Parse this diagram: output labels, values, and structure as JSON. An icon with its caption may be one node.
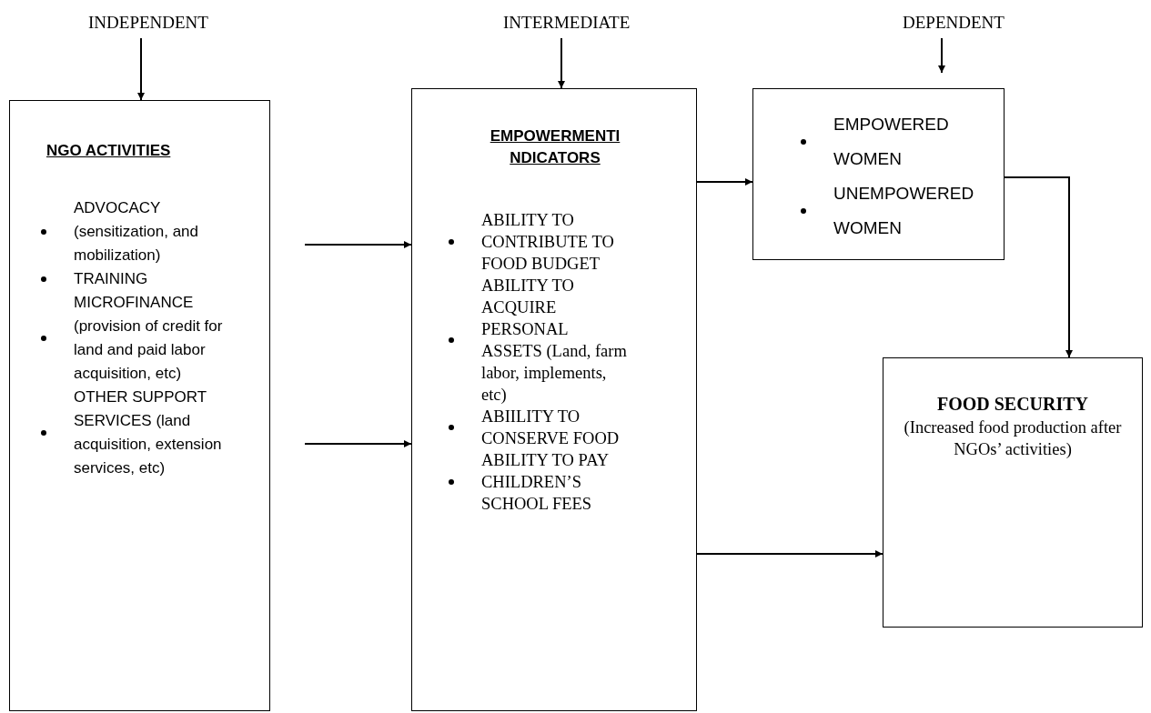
{
  "diagram": {
    "nodes": [
      {
        "text": [
          "INDEPENDENT"
        ]
      },
      {
        "text": [
          "INTERMEDIATE"
        ]
      },
      {
        "text": [
          "DEPENDENT"
        ]
      },
      {
        "text": [
          "NGO ACTIVITIES",
          "ADVOCACY (sensitization, and mobilization)",
          "TRAINING",
          "MICROFINANCE (provision of credit for land and paid labor acquisition, etc)",
          "OTHER SUPPORT SERVICES (land acquisition, extension services, etc)"
        ]
      },
      {
        "text": [
          "EMPOWERMENTINDICATORS",
          "ABILITY TO CONTRIBUTE TO FOOD BUDGET",
          "ABILITY TO ACQUIRE PERSONAL ASSETS (Land, farm labor, implements, etc)",
          "ABIILITY TO CONSERVE FOOD",
          "ABILITY TO PAY CHILDREN’S SCHOOL FEES"
        ]
      },
      {
        "text": [
          "EMPOWERED WOMEN",
          "UNEMPOWERED WOMEN"
        ]
      },
      {
        "text": [
          "FOOD SECURITY",
          "(Increased food production after NGOs’ activities)"
        ]
      }
    ],
    "edges": [
      {
        "from": 0,
        "to": 3,
        "arrow": "to"
      },
      {
        "from": 1,
        "to": 4,
        "arrow": "to"
      },
      {
        "from": 2,
        "to": 5,
        "arrow": "to"
      },
      {
        "from": 3,
        "to": 4,
        "arrow": "to"
      },
      {
        "from": 3,
        "to": 4,
        "arrow": "to"
      },
      {
        "from": 4,
        "to": 5,
        "arrow": "to"
      },
      {
        "from": 4,
        "to": 6,
        "arrow": "to"
      },
      {
        "from": 5,
        "to": 6,
        "arrow": "to"
      }
    ]
  }
}
